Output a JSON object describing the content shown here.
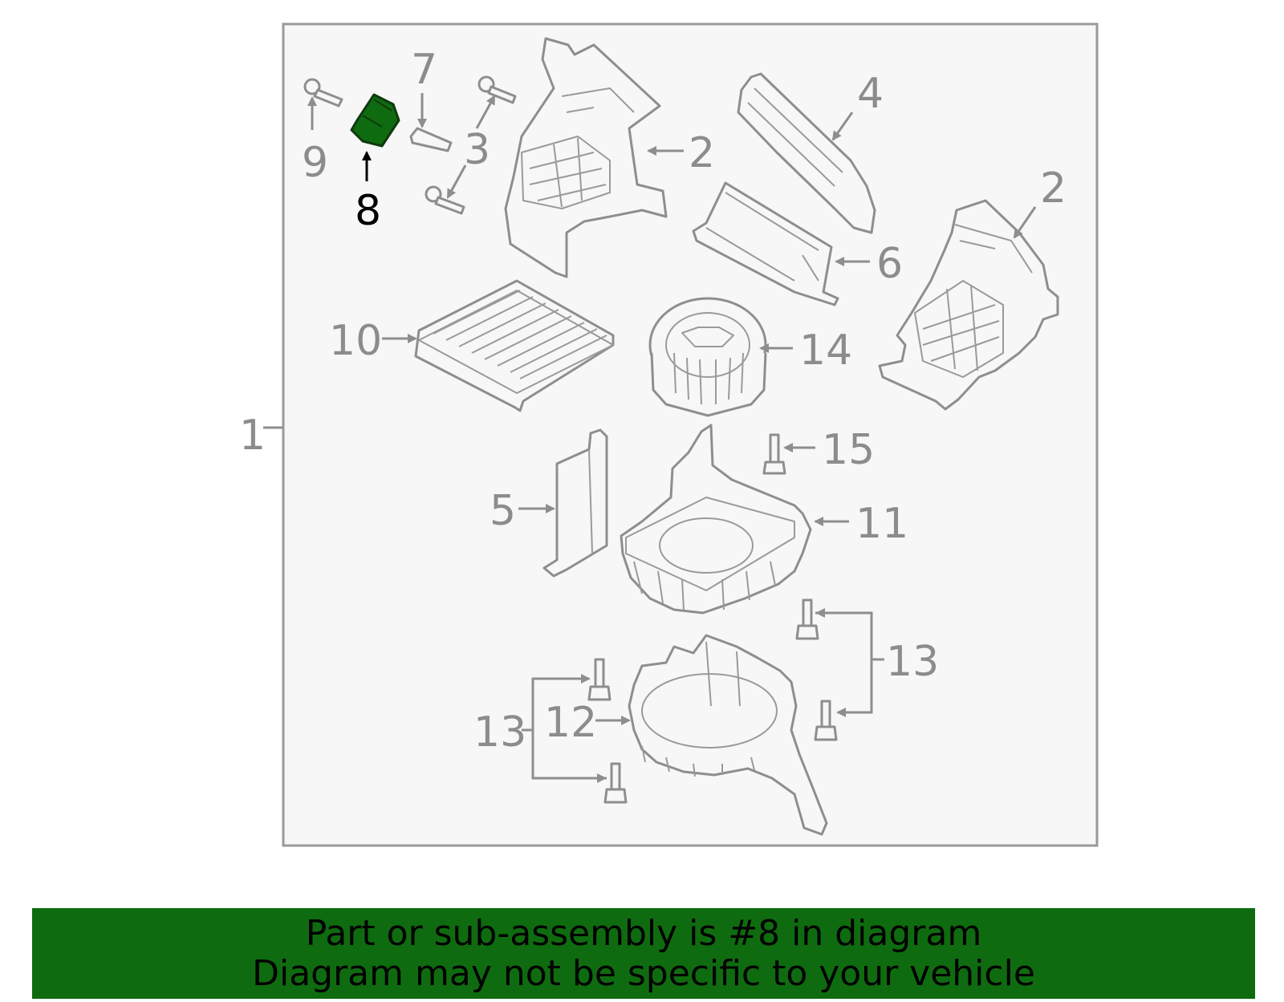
{
  "diagram": {
    "highlight_color": "#0f6b0f",
    "highlighted_part": "8",
    "callouts": {
      "c1": "1",
      "c2a": "2",
      "c2b": "2",
      "c3": "3",
      "c4": "4",
      "c5": "5",
      "c6": "6",
      "c7": "7",
      "c8": "8",
      "c9": "9",
      "c10": "10",
      "c11": "11",
      "c12": "12",
      "c13a": "13",
      "c13b": "13",
      "c14": "14",
      "c15": "15"
    }
  },
  "banner": {
    "line1": "Part or sub-assembly is #8 in diagram",
    "line2": "Diagram may not be specific to your vehicle",
    "color": "#0f6b0f"
  }
}
